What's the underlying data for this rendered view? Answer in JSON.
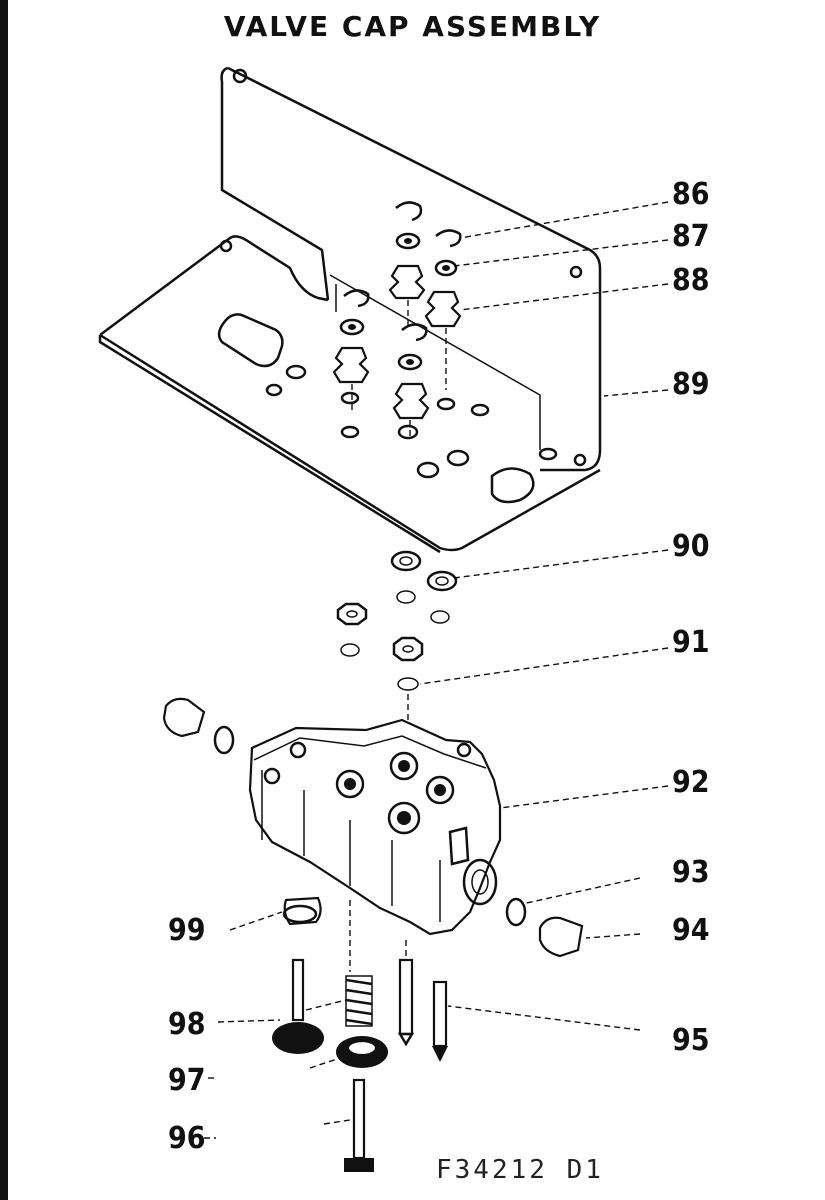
{
  "title": "VALVE CAP ASSEMBLY",
  "drawing_id": "F34212 D1",
  "callouts": {
    "c86": "86",
    "c87": "87",
    "c88": "88",
    "c89": "89",
    "c90": "90",
    "c91": "91",
    "c92": "92",
    "c93": "93",
    "c94": "94",
    "c95": "95",
    "c96": "96",
    "c97": "97",
    "c98": "98",
    "c99": "99"
  }
}
